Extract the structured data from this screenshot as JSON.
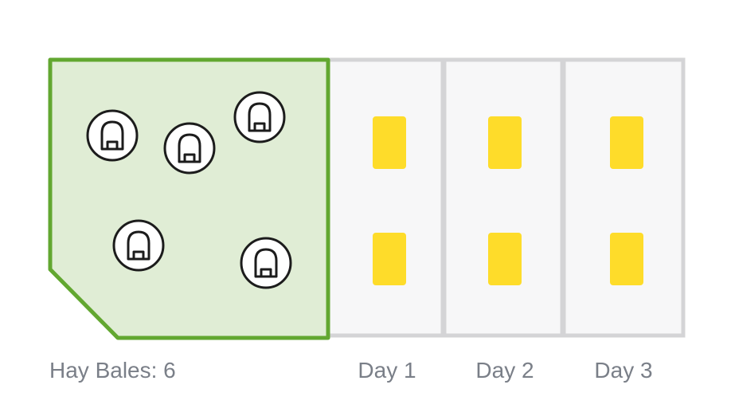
{
  "pasture": {
    "label": "Hay Bales: 6",
    "fill_color": "#e0edd5",
    "border_color": "#62a730"
  },
  "animals": {
    "icon": "cow-head-icon",
    "count": 5
  },
  "days": [
    {
      "label": "Day 1",
      "bales": 2
    },
    {
      "label": "Day 2",
      "bales": 2
    },
    {
      "label": "Day 3",
      "bales": 2
    }
  ],
  "colors": {
    "bale": "#fedc2a",
    "day_border": "#d4d4d6",
    "day_fill": "#f7f7f8"
  }
}
